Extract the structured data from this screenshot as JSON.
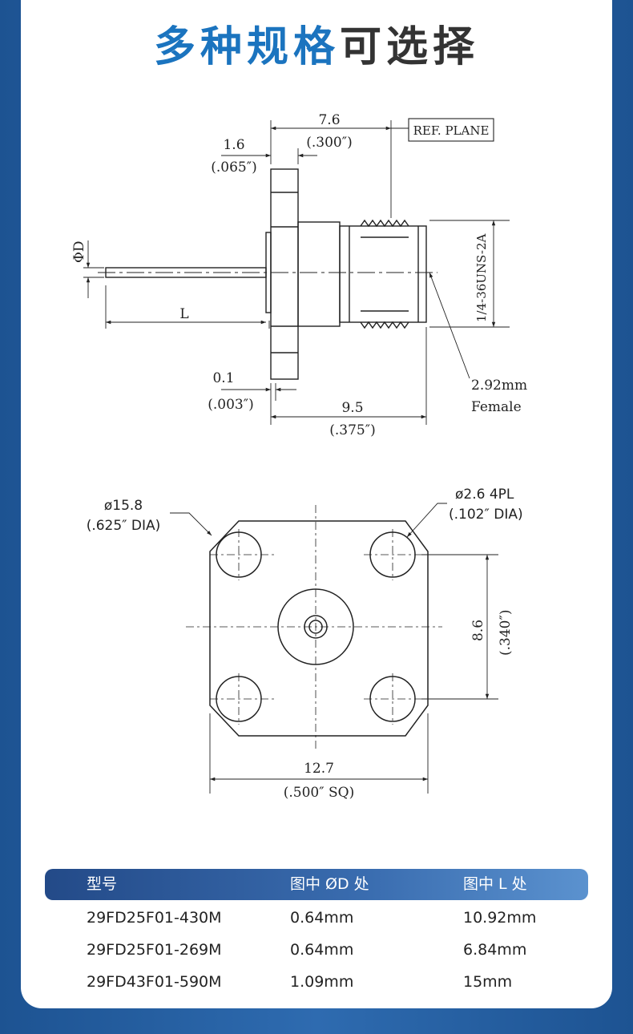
{
  "title": {
    "part1": "多种规格",
    "part2": "可选择"
  },
  "side_drawing": {
    "dim_76": "7.6",
    "dim_76_in": "(.300″)",
    "ref_plane": "REF. PLANE",
    "dim_16": "1.6",
    "dim_16_in": "(.065″)",
    "phi_d": "ΦD",
    "thread": "1/4-36UNS-2A",
    "dim_l": "L",
    "dim_01": "0.1",
    "dim_01_in": "(.003″)",
    "dim_95": "9.5",
    "dim_95_in": "(.375″)",
    "connector": "2.92mm",
    "gender": "Female"
  },
  "front_drawing": {
    "flange_dia": "ø15.8",
    "flange_dia_in": "(.625″ DIA)",
    "hole_dia": "ø2.6  4PL",
    "hole_dia_in": "(.102″ DIA)",
    "dim_86": "8.6",
    "dim_86_in": "(.340″)",
    "dim_127": "12.7",
    "dim_127_in": "(.500″ SQ)"
  },
  "table": {
    "headers": [
      "型号",
      "图中 ØD 处",
      "图中 L 处"
    ],
    "rows": [
      [
        "29FD25F01-430M",
        "0.64mm",
        "10.92mm"
      ],
      [
        "29FD25F01-269M",
        "0.64mm",
        "6.84mm"
      ],
      [
        "29FD43F01-590M",
        "1.09mm",
        "15mm"
      ]
    ]
  }
}
